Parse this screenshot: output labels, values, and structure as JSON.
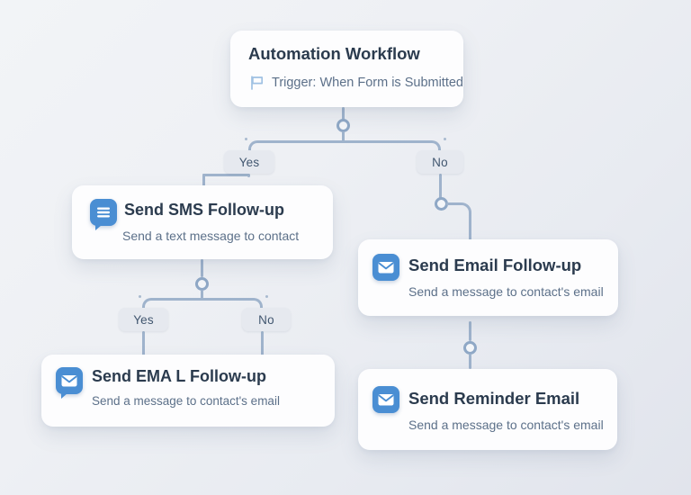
{
  "diagram": {
    "type": "flowchart",
    "background_gradient": [
      "#f2f4f7",
      "#e1e4ec"
    ],
    "accent_color": "#4a8ed3",
    "connector_color": "#9fb3cc",
    "pill_color": "#e6e9ef",
    "nodes": [
      {
        "id": "trigger",
        "title": "Automation Workflow",
        "subtitle": "Trigger: When Form is Submitted",
        "icon": "flag-icon"
      },
      {
        "id": "sms",
        "title": "Send SMS Follow-up",
        "subtitle": "Send a text message to contact",
        "icon": "chat-bubble-icon"
      },
      {
        "id": "email-followup",
        "title": "Send Email Follow-up",
        "subtitle": "Send a message to contact's email",
        "icon": "envelope-icon"
      },
      {
        "id": "email-left",
        "title": "Send EMA L Follow-up",
        "subtitle": "Send a message to contact's email",
        "icon": "envelope-bubble-icon"
      },
      {
        "id": "reminder",
        "title": "Send Reminder Email",
        "subtitle": "Send a message to contact's email",
        "icon": "envelope-icon"
      }
    ],
    "branches": [
      {
        "id": "branch-1",
        "yes_label": "Yes",
        "no_label": "No"
      },
      {
        "id": "branch-2",
        "yes_label": "Yes",
        "no_label": "No"
      }
    ]
  }
}
